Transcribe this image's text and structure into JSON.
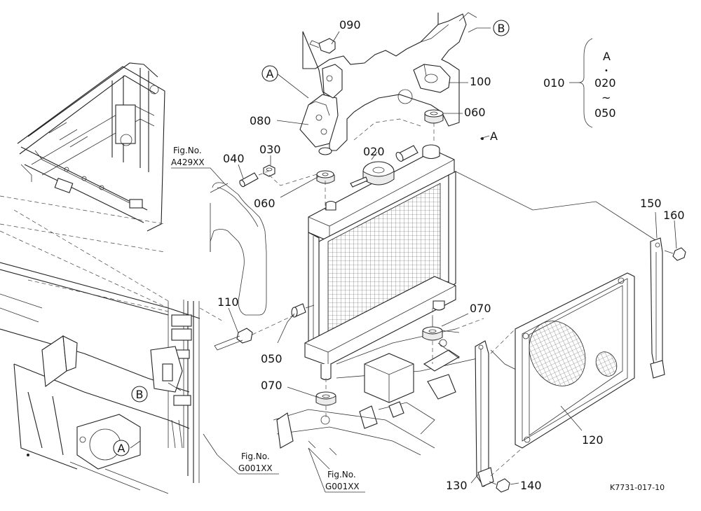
{
  "parts": {
    "p090": "090",
    "p100": "100",
    "p060a": "060",
    "p080": "080",
    "p030": "030",
    "p040": "040",
    "p020": "020",
    "p060b": "060",
    "p110": "110",
    "p050": "050",
    "p070a": "070",
    "p070b": "070",
    "p150": "150",
    "p160": "160",
    "p120": "120",
    "p130": "130",
    "p140": "140"
  },
  "assembly": {
    "label_010": "010",
    "top": "A",
    "dot": "•",
    "from": "020",
    "tilde": "~",
    "to": "050"
  },
  "callouts": {
    "A": "A",
    "B": "B",
    "point_a": "A"
  },
  "figrefs": {
    "a429": {
      "title": "Fig.No.",
      "code": "A429XX"
    },
    "g001_left": {
      "title": "Fig.No.",
      "code": "G001XX"
    },
    "g001_bottom": {
      "title": "Fig.No.",
      "code": "G001XX"
    }
  },
  "drawing_number": "K7731-017-10"
}
